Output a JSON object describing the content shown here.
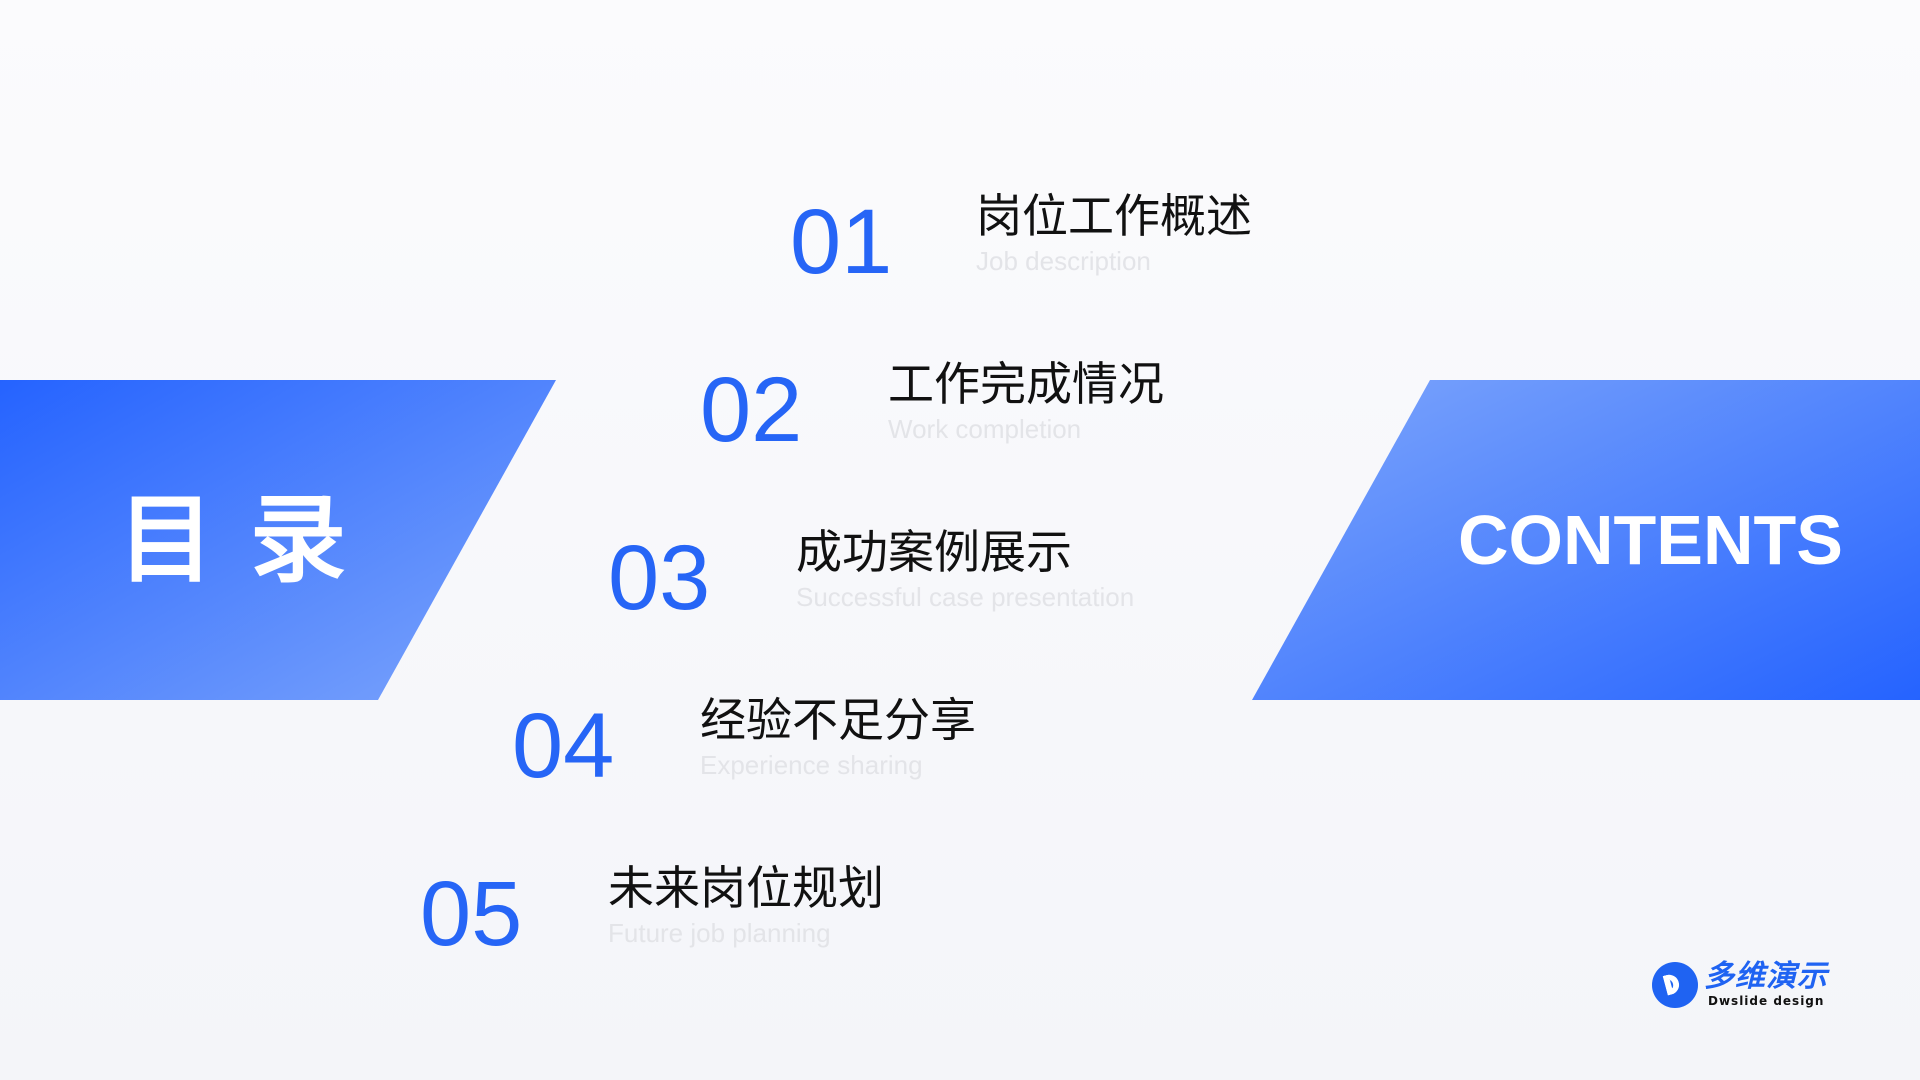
{
  "slide": {
    "title_cn": "目录",
    "title_en": "CONTENTS",
    "colors": {
      "accent": "#2665f6",
      "banner_dark": "#2563ff",
      "banner_light": "#7aa3fb",
      "heading_text": "#111111",
      "subtitle_text": "#e3e4e8",
      "background": "#f6f7fa"
    },
    "items": [
      {
        "number": "01",
        "title": "岗位工作概述",
        "subtitle": "Job description"
      },
      {
        "number": "02",
        "title": "工作完成情况",
        "subtitle": "Work completion"
      },
      {
        "number": "03",
        "title": "成功案例展示",
        "subtitle": "Successful case presentation"
      },
      {
        "number": "04",
        "title": "经验不足分享",
        "subtitle": "Experience sharing"
      },
      {
        "number": "05",
        "title": "未来岗位规划",
        "subtitle": "Future job planning"
      }
    ]
  },
  "logo": {
    "icon": "d-logo-icon",
    "name_cn": "多维演示",
    "name_en": "Dwslide design"
  }
}
